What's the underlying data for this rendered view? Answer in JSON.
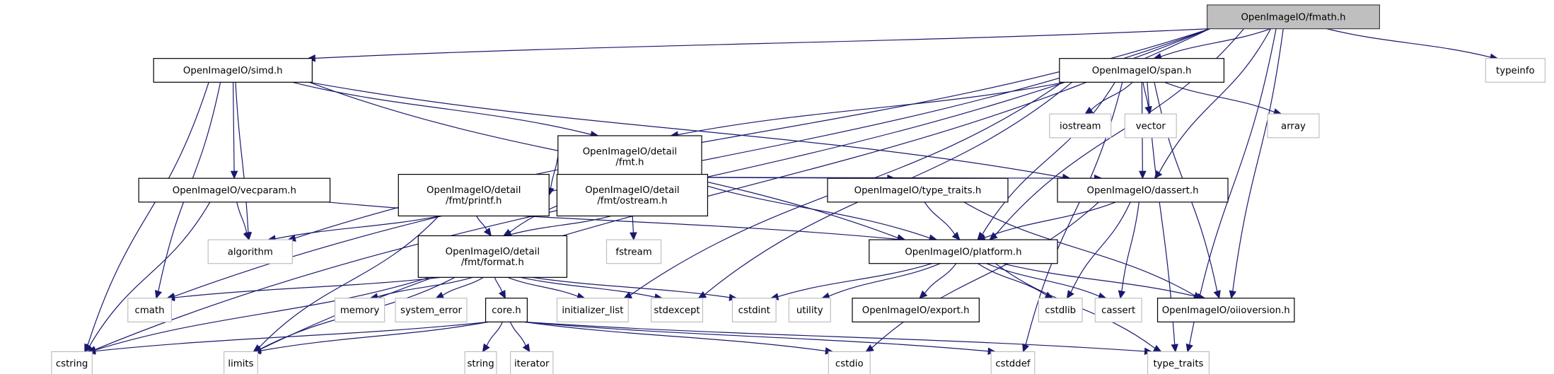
{
  "title": "OpenImageIO/fmath.h include dependency graph",
  "colors": {
    "edge": "#191970",
    "root_fill": "#bfbfbf",
    "internal_border": "#000000",
    "external_border": "#bfbfbf"
  },
  "nodes": [
    {
      "id": "fmath",
      "label": [
        "OpenImageIO/fmath.h"
      ],
      "kind": "root"
    },
    {
      "id": "simd",
      "label": [
        "OpenImageIO/simd.h"
      ],
      "kind": "internal"
    },
    {
      "id": "span",
      "label": [
        "OpenImageIO/span.h"
      ],
      "kind": "internal"
    },
    {
      "id": "typeinfo",
      "label": [
        "typeinfo"
      ],
      "kind": "external"
    },
    {
      "id": "fmt",
      "label": [
        "OpenImageIO/detail",
        "/fmt.h"
      ],
      "kind": "internal"
    },
    {
      "id": "iostream",
      "label": [
        "iostream"
      ],
      "kind": "external"
    },
    {
      "id": "vector",
      "label": [
        "vector"
      ],
      "kind": "external"
    },
    {
      "id": "array",
      "label": [
        "array"
      ],
      "kind": "external"
    },
    {
      "id": "vecparam",
      "label": [
        "OpenImageIO/vecparam.h"
      ],
      "kind": "internal"
    },
    {
      "id": "printf",
      "label": [
        "OpenImageIO/detail",
        "/fmt/printf.h"
      ],
      "kind": "internal"
    },
    {
      "id": "ostream",
      "label": [
        "OpenImageIO/detail",
        "/fmt/ostream.h"
      ],
      "kind": "internal"
    },
    {
      "id": "type_traits_h",
      "label": [
        "OpenImageIO/type_traits.h"
      ],
      "kind": "internal"
    },
    {
      "id": "dassert",
      "label": [
        "OpenImageIO/dassert.h"
      ],
      "kind": "internal"
    },
    {
      "id": "algorithm",
      "label": [
        "algorithm"
      ],
      "kind": "external"
    },
    {
      "id": "format",
      "label": [
        "OpenImageIO/detail",
        "/fmt/format.h"
      ],
      "kind": "internal"
    },
    {
      "id": "fstream",
      "label": [
        "fstream"
      ],
      "kind": "external"
    },
    {
      "id": "platform",
      "label": [
        "OpenImageIO/platform.h"
      ],
      "kind": "internal"
    },
    {
      "id": "cmath",
      "label": [
        "cmath"
      ],
      "kind": "external"
    },
    {
      "id": "memory",
      "label": [
        "memory"
      ],
      "kind": "external"
    },
    {
      "id": "system_error",
      "label": [
        "system_error"
      ],
      "kind": "external"
    },
    {
      "id": "core",
      "label": [
        "core.h"
      ],
      "kind": "internal"
    },
    {
      "id": "initializer_list",
      "label": [
        "initializer_list"
      ],
      "kind": "external"
    },
    {
      "id": "stdexcept",
      "label": [
        "stdexcept"
      ],
      "kind": "external"
    },
    {
      "id": "cstdint",
      "label": [
        "cstdint"
      ],
      "kind": "external"
    },
    {
      "id": "utility",
      "label": [
        "utility"
      ],
      "kind": "external"
    },
    {
      "id": "export",
      "label": [
        "OpenImageIO/export.h"
      ],
      "kind": "internal"
    },
    {
      "id": "cstdlib",
      "label": [
        "cstdlib"
      ],
      "kind": "external"
    },
    {
      "id": "cassert",
      "label": [
        "cassert"
      ],
      "kind": "external"
    },
    {
      "id": "oiioversion",
      "label": [
        "OpenImageIO/oiioversion.h"
      ],
      "kind": "internal"
    },
    {
      "id": "cstring",
      "label": [
        "cstring"
      ],
      "kind": "external"
    },
    {
      "id": "limits",
      "label": [
        "limits"
      ],
      "kind": "external"
    },
    {
      "id": "string",
      "label": [
        "string"
      ],
      "kind": "external"
    },
    {
      "id": "iterator",
      "label": [
        "iterator"
      ],
      "kind": "external"
    },
    {
      "id": "cstdio",
      "label": [
        "cstdio"
      ],
      "kind": "external"
    },
    {
      "id": "cstddef",
      "label": [
        "cstddef"
      ],
      "kind": "external"
    },
    {
      "id": "type_traits",
      "label": [
        "type_traits"
      ],
      "kind": "external"
    }
  ],
  "edges": [
    [
      "fmath",
      "simd"
    ],
    [
      "fmath",
      "span"
    ],
    [
      "fmath",
      "typeinfo"
    ],
    [
      "fmath",
      "algorithm"
    ],
    [
      "fmath",
      "cmath"
    ],
    [
      "fmath",
      "cstring"
    ],
    [
      "fmath",
      "limits"
    ],
    [
      "fmath",
      "platform"
    ],
    [
      "fmath",
      "dassert"
    ],
    [
      "fmath",
      "oiioversion"
    ],
    [
      "fmath",
      "type_traits"
    ],
    [
      "simd",
      "fmt"
    ],
    [
      "simd",
      "vecparam"
    ],
    [
      "simd",
      "algorithm"
    ],
    [
      "simd",
      "cmath"
    ],
    [
      "simd",
      "cstring"
    ],
    [
      "simd",
      "platform"
    ],
    [
      "simd",
      "dassert"
    ],
    [
      "span",
      "fmt"
    ],
    [
      "span",
      "iostream"
    ],
    [
      "span",
      "vector"
    ],
    [
      "span",
      "array"
    ],
    [
      "span",
      "dassert"
    ],
    [
      "span",
      "platform"
    ],
    [
      "span",
      "oiioversion"
    ],
    [
      "span",
      "initializer_list"
    ],
    [
      "span",
      "stdexcept"
    ],
    [
      "span",
      "cstddef"
    ],
    [
      "span",
      "type_traits"
    ],
    [
      "fmt",
      "printf"
    ],
    [
      "fmt",
      "ostream"
    ],
    [
      "fmt",
      "format"
    ],
    [
      "fmt",
      "type_traits_h"
    ],
    [
      "fmt",
      "dassert"
    ],
    [
      "fmt",
      "platform"
    ],
    [
      "vecparam",
      "algorithm"
    ],
    [
      "vecparam",
      "cstring"
    ],
    [
      "vecparam",
      "platform"
    ],
    [
      "printf",
      "format"
    ],
    [
      "printf",
      "algorithm"
    ],
    [
      "printf",
      "limits"
    ],
    [
      "ostream",
      "format"
    ],
    [
      "ostream",
      "fstream"
    ],
    [
      "type_traits_h",
      "platform"
    ],
    [
      "type_traits_h",
      "oiioversion"
    ],
    [
      "dassert",
      "platform"
    ],
    [
      "dassert",
      "cstdlib"
    ],
    [
      "dassert",
      "cassert"
    ],
    [
      "dassert",
      "cstdio"
    ],
    [
      "format",
      "cmath"
    ],
    [
      "format",
      "memory"
    ],
    [
      "format",
      "system_error"
    ],
    [
      "format",
      "core"
    ],
    [
      "format",
      "initializer_list"
    ],
    [
      "format",
      "stdexcept"
    ],
    [
      "format",
      "cstdint"
    ],
    [
      "format",
      "cstring"
    ],
    [
      "format",
      "limits"
    ],
    [
      "platform",
      "cstdint"
    ],
    [
      "platform",
      "utility"
    ],
    [
      "platform",
      "export"
    ],
    [
      "platform",
      "cstdlib"
    ],
    [
      "platform",
      "cassert"
    ],
    [
      "platform",
      "oiioversion"
    ],
    [
      "platform",
      "type_traits"
    ],
    [
      "core",
      "cstring"
    ],
    [
      "core",
      "limits"
    ],
    [
      "core",
      "string"
    ],
    [
      "core",
      "iterator"
    ],
    [
      "core",
      "cstdio"
    ],
    [
      "core",
      "cstddef"
    ],
    [
      "core",
      "type_traits"
    ]
  ]
}
